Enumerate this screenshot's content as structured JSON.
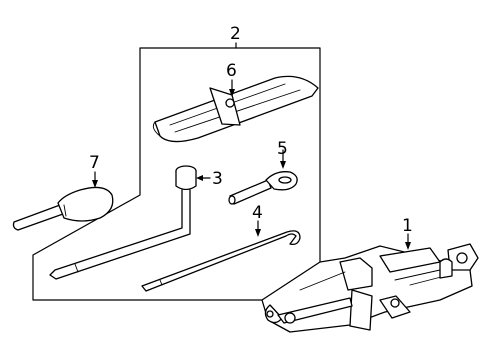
{
  "callouts": [
    {
      "id": "c1",
      "text": "1"
    },
    {
      "id": "c2",
      "text": "2"
    },
    {
      "id": "c3",
      "text": "3"
    },
    {
      "id": "c4",
      "text": "4"
    },
    {
      "id": "c5",
      "text": "5"
    },
    {
      "id": "c6",
      "text": "6"
    },
    {
      "id": "c7",
      "text": "7"
    }
  ],
  "parts": [
    {
      "number": "1",
      "icon": "scissor-jack-icon"
    },
    {
      "number": "2",
      "icon": "tool-kit-group-box"
    },
    {
      "number": "3",
      "icon": "lug-wrench-icon"
    },
    {
      "number": "4",
      "icon": "jack-handle-rod-icon"
    },
    {
      "number": "5",
      "icon": "tow-eye-hook-icon"
    },
    {
      "number": "6",
      "icon": "tool-bag-icon"
    },
    {
      "number": "7",
      "icon": "screwdriver-handle-icon"
    }
  ]
}
